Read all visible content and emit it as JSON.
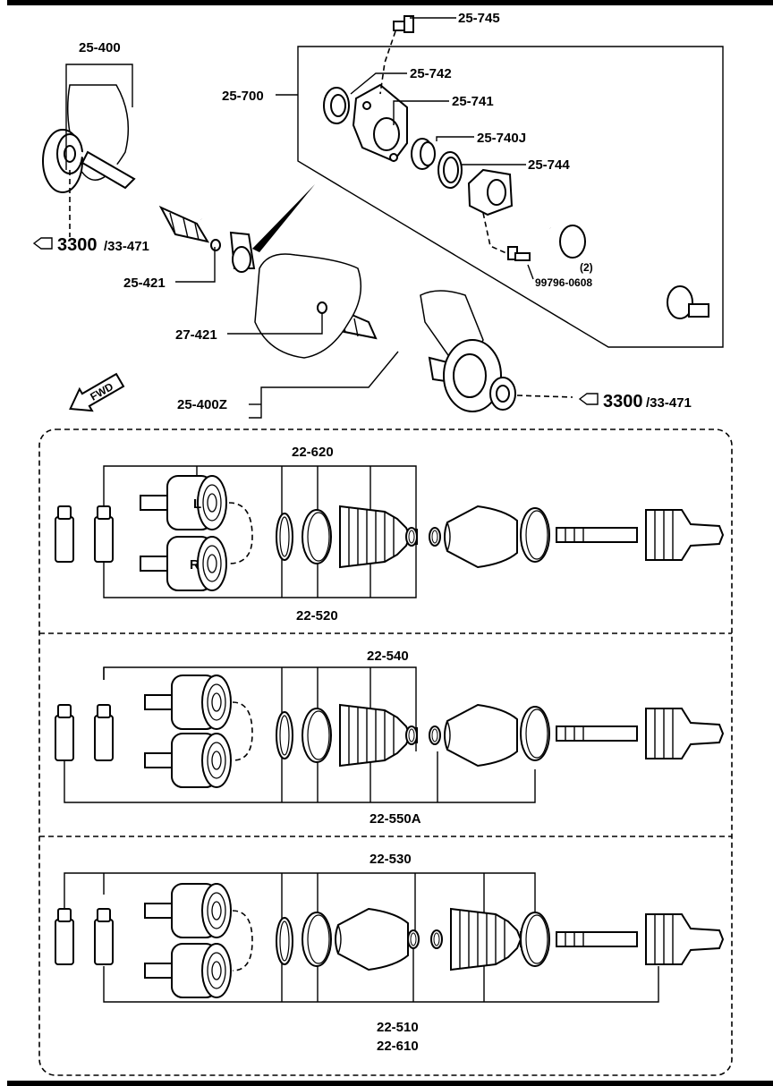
{
  "top_labels": {
    "p25_745": "25-745",
    "p25_400": "25-400",
    "p25_742": "25-742",
    "p25_700": "25-700",
    "p25_741": "25-741",
    "p25_740j": "25-740J",
    "p25_744": "25-744",
    "ref1_main": "3300",
    "ref1_sub": "/33-471",
    "qty_2": "(2)",
    "p99796": "99796-0608",
    "p25_421": "25-421",
    "p27_421": "27-421",
    "fwd": "FWD",
    "p25_400z": "25-400Z",
    "ref2_main": "3300",
    "ref2_sub": "/33-471"
  },
  "kits": {
    "kit1_top": "22-620",
    "kit1_bottom": "22-520",
    "kit2_top": "22-540",
    "kit2_bottom": "22-550A",
    "kit3_top": "22-530",
    "kit3_bottom1": "22-510",
    "kit3_bottom2": "22-610",
    "marker_L": "L",
    "marker_R": "R"
  }
}
